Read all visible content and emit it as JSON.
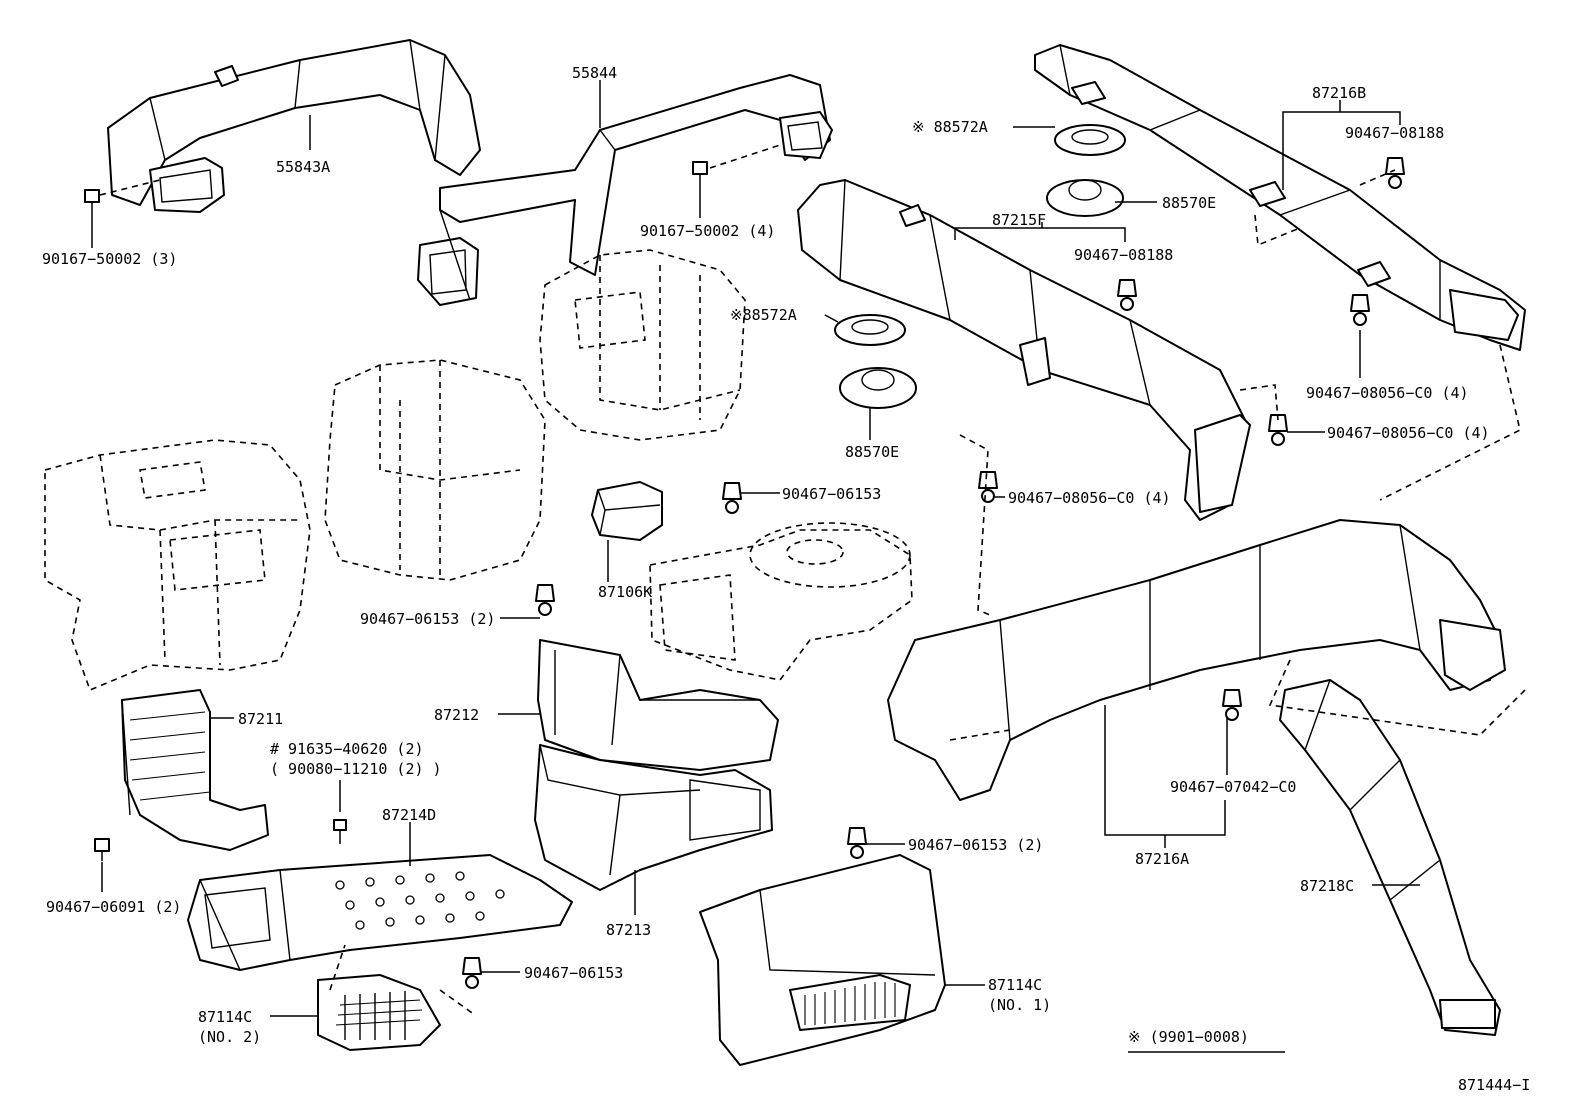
{
  "labels": {
    "p55843A": "55843A",
    "p55844": "55844",
    "p90167_3": "90167−50002 (3)",
    "p90167_4": "90167−50002 (4)",
    "p88572A_top": "※ 88572A",
    "p88570E_top": "88570E",
    "p87215F": "87215F",
    "p90467_08188_a": "90467−08188",
    "p87216B": "87216B",
    "p90467_08188_b": "90467−08188",
    "p88572A_mid": "※88572A",
    "p88570E_mid": "88570E",
    "p90467_08056_a": "90467−08056−C0 (4)",
    "p90467_08056_b": "90467−08056−C0 (4)",
    "p90467_08056_c": "90467−08056−C0 (4)",
    "p90467_06153_a": "90467−06153",
    "p87106K": "87106K",
    "p90467_06153_2a": "90467−06153 (2)",
    "p87211": "87211",
    "p87212": "87212",
    "p91635_a": "# 91635−40620 (2)",
    "p91635_b": "( 90080−11210 (2) )",
    "p87214D": "87214D",
    "p87213": "87213",
    "p90467_06091": "90467−06091 (2)",
    "p90467_06153_b": "90467−06153",
    "p87114C_no2_a": "87114C",
    "p87114C_no2_b": "(NO. 2)",
    "p90467_06153_2b": "90467−06153 (2)",
    "p87114C_no1_a": "87114C",
    "p87114C_no1_b": "(NO. 1)",
    "p90467_07042": "90467−07042−C0",
    "p87216A": "87216A",
    "p87218C": "87218C",
    "note": "※  (9901−0008)",
    "diagram_id": "871444−I"
  }
}
